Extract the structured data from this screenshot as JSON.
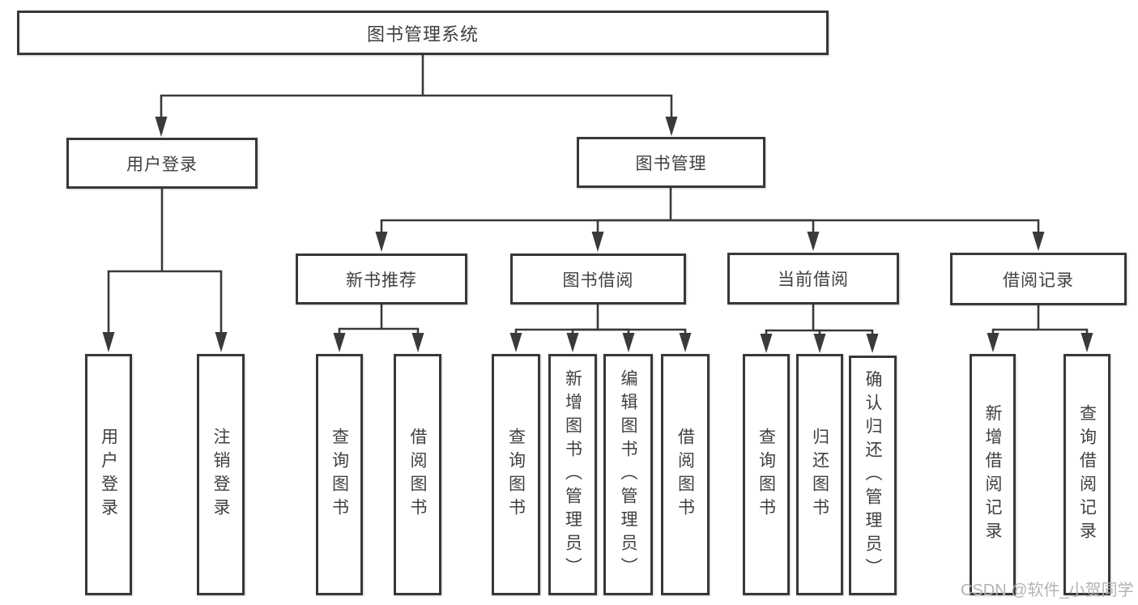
{
  "colors": {
    "line": "#3a3a3a",
    "border": "#383838",
    "text": "#404040",
    "watermark": "#b3b3b3",
    "background": "#ffffff"
  },
  "watermark": {
    "text": "CSDN @软件_小贺同学"
  },
  "tree": {
    "label": "图书管理系统",
    "children": [
      {
        "label": "用户登录",
        "children": [
          {
            "label": "用户登录"
          },
          {
            "label": "注销登录"
          }
        ]
      },
      {
        "label": "图书管理",
        "children": [
          {
            "label": "新书推荐",
            "children": [
              {
                "label": "查询图书"
              },
              {
                "label": "借阅图书"
              }
            ]
          },
          {
            "label": "图书借阅",
            "children": [
              {
                "label": "查询图书"
              },
              {
                "label": "新增图书（管理员）"
              },
              {
                "label": "编辑图书（管理员）"
              },
              {
                "label": "借阅图书"
              }
            ]
          },
          {
            "label": "当前借阅",
            "children": [
              {
                "label": "查询图书"
              },
              {
                "label": "归还图书"
              },
              {
                "label": "确认归还（管理员）"
              }
            ]
          },
          {
            "label": "借阅记录",
            "children": [
              {
                "label": "新增借阅记录"
              },
              {
                "label": "查询借阅记录"
              }
            ]
          }
        ]
      }
    ]
  }
}
